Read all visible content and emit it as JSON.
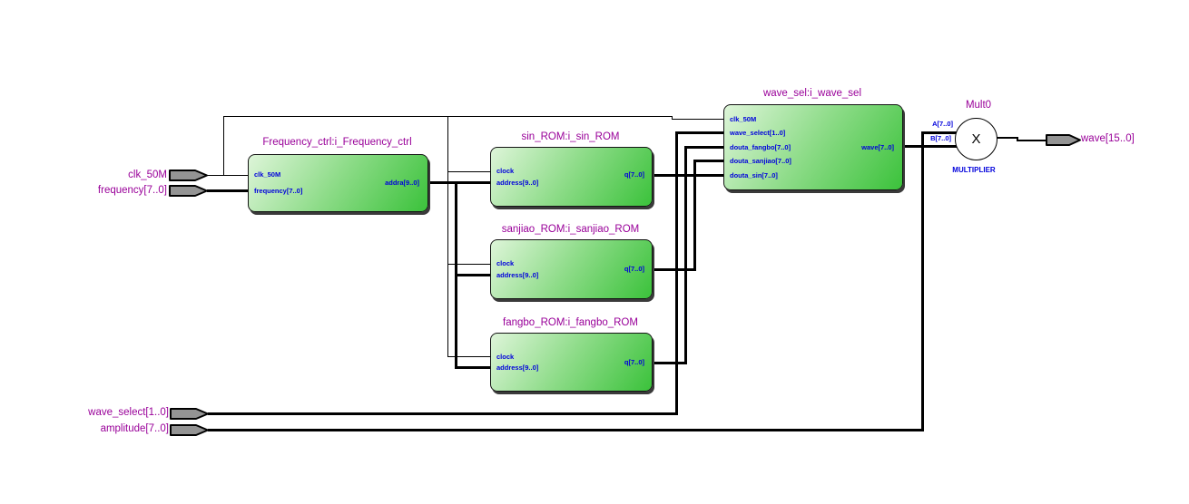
{
  "blocks": [
    {
      "title": "Frequency_ctrl:i_Frequency_ctrl",
      "in": [
        "clk_50M",
        "frequency[7..0]"
      ],
      "out": [
        "addra[9..0]"
      ]
    },
    {
      "title": "sin_ROM:i_sin_ROM",
      "in": [
        "clock",
        "address[9..0]"
      ],
      "out": [
        "q[7..0]"
      ]
    },
    {
      "title": "sanjiao_ROM:i_sanjiao_ROM",
      "in": [
        "clock",
        "address[9..0]"
      ],
      "out": [
        "q[7..0]"
      ]
    },
    {
      "title": "fangbo_ROM:i_fangbo_ROM",
      "in": [
        "clock",
        "address[9..0]"
      ],
      "out": [
        "q[7..0]"
      ]
    },
    {
      "title": "wave_sel:i_wave_sel",
      "in": [
        "clk_50M",
        "wave_select[1..0]",
        "douta_fangbo[7..0]",
        "douta_sanjiao[7..0]",
        "douta_sin[7..0]"
      ],
      "out": [
        "wave[7..0]"
      ]
    }
  ],
  "pins": {
    "in": [
      "clk_50M",
      "frequency[7..0]",
      "wave_select[1..0]",
      "amplitude[7..0]"
    ],
    "out": [
      "wave[15..0]"
    ]
  },
  "mult": {
    "title": "Mult0",
    "op": "X",
    "kind": "MULTIPLIER",
    "a": "A[7..0]",
    "b": "B[7..0]"
  },
  "colors": {
    "block_green_light": "#def5d9",
    "block_green_dark": "#3bc23b",
    "port_text": "#0000dc",
    "instance_title": "#990099",
    "pin_fill": "#949494",
    "wire": "#000000"
  }
}
